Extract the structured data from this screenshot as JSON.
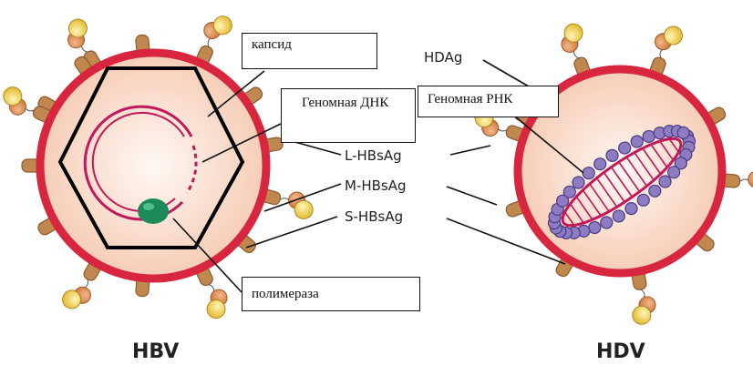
{
  "labels": {
    "capsid": "капсид",
    "genomic_dna": "Геномная ДНК",
    "genomic_rna": "Геномная РНК",
    "polymerase": "полимераза",
    "hdag": "HDAg",
    "l_hbsag": "L-HBsAg",
    "m_hbsag": "M-HBsAg",
    "s_hbsag": "S-HBsAg",
    "hbv": "HBV",
    "hdv": "HDV"
  },
  "colors": {
    "envelope": "#d7263d",
    "interior": "#fbe2d3",
    "protein_stick": "#c0874f",
    "protein_ball": "#f0d66a",
    "capsid_outline": "#000000",
    "genome_line": "#c2185b",
    "polymerase": "#1d8a5a",
    "hdag_bead": "#8e7cc3"
  }
}
